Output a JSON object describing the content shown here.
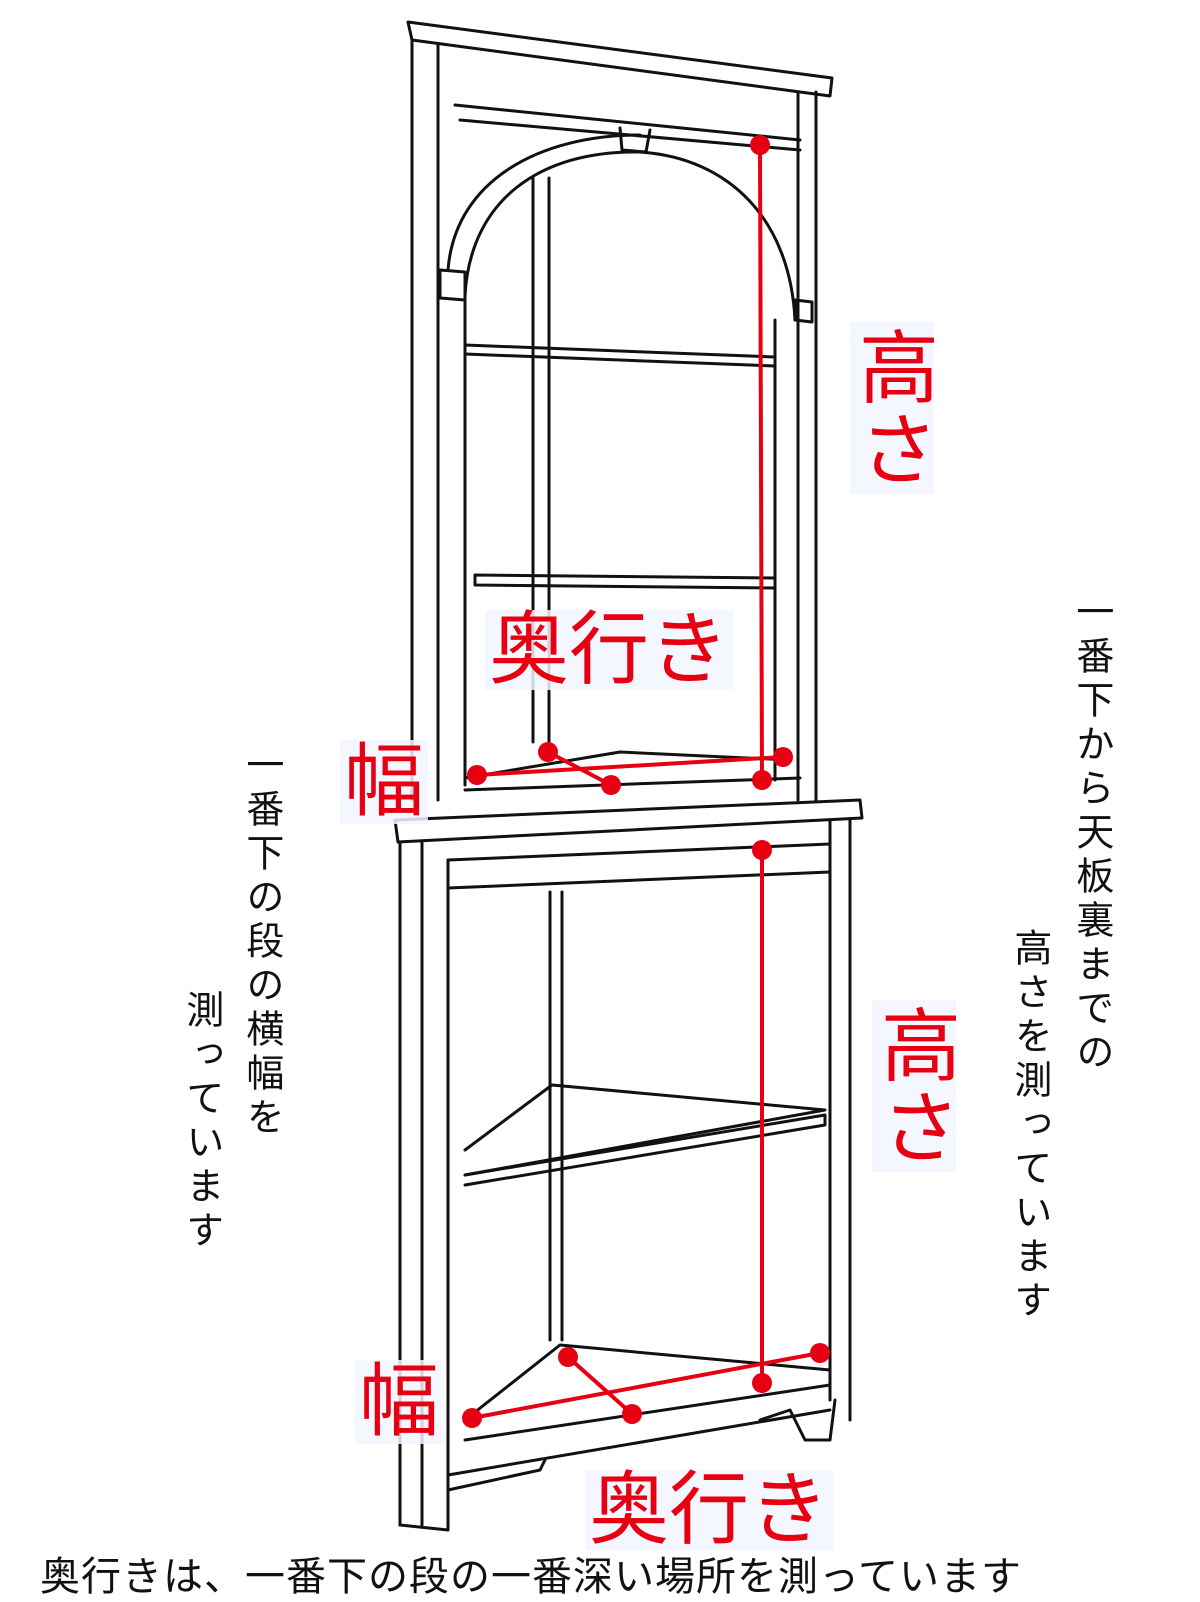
{
  "labels": {
    "height_upper": "高さ",
    "height_lower": "高さ",
    "depth_upper": "奥行き",
    "depth_lower": "奥行き",
    "width_upper": "幅",
    "width_lower": "幅"
  },
  "notes": {
    "right_col1": "一番下から天板裏までの",
    "right_col2": "高さを測っています",
    "left_col1": "一番下の段の横幅を",
    "left_col2": "測っています"
  },
  "caption": "奥行きは、一番下の段の一番深い場所を測っています",
  "colors": {
    "measure": "#e60012",
    "line_art": "#111111"
  }
}
